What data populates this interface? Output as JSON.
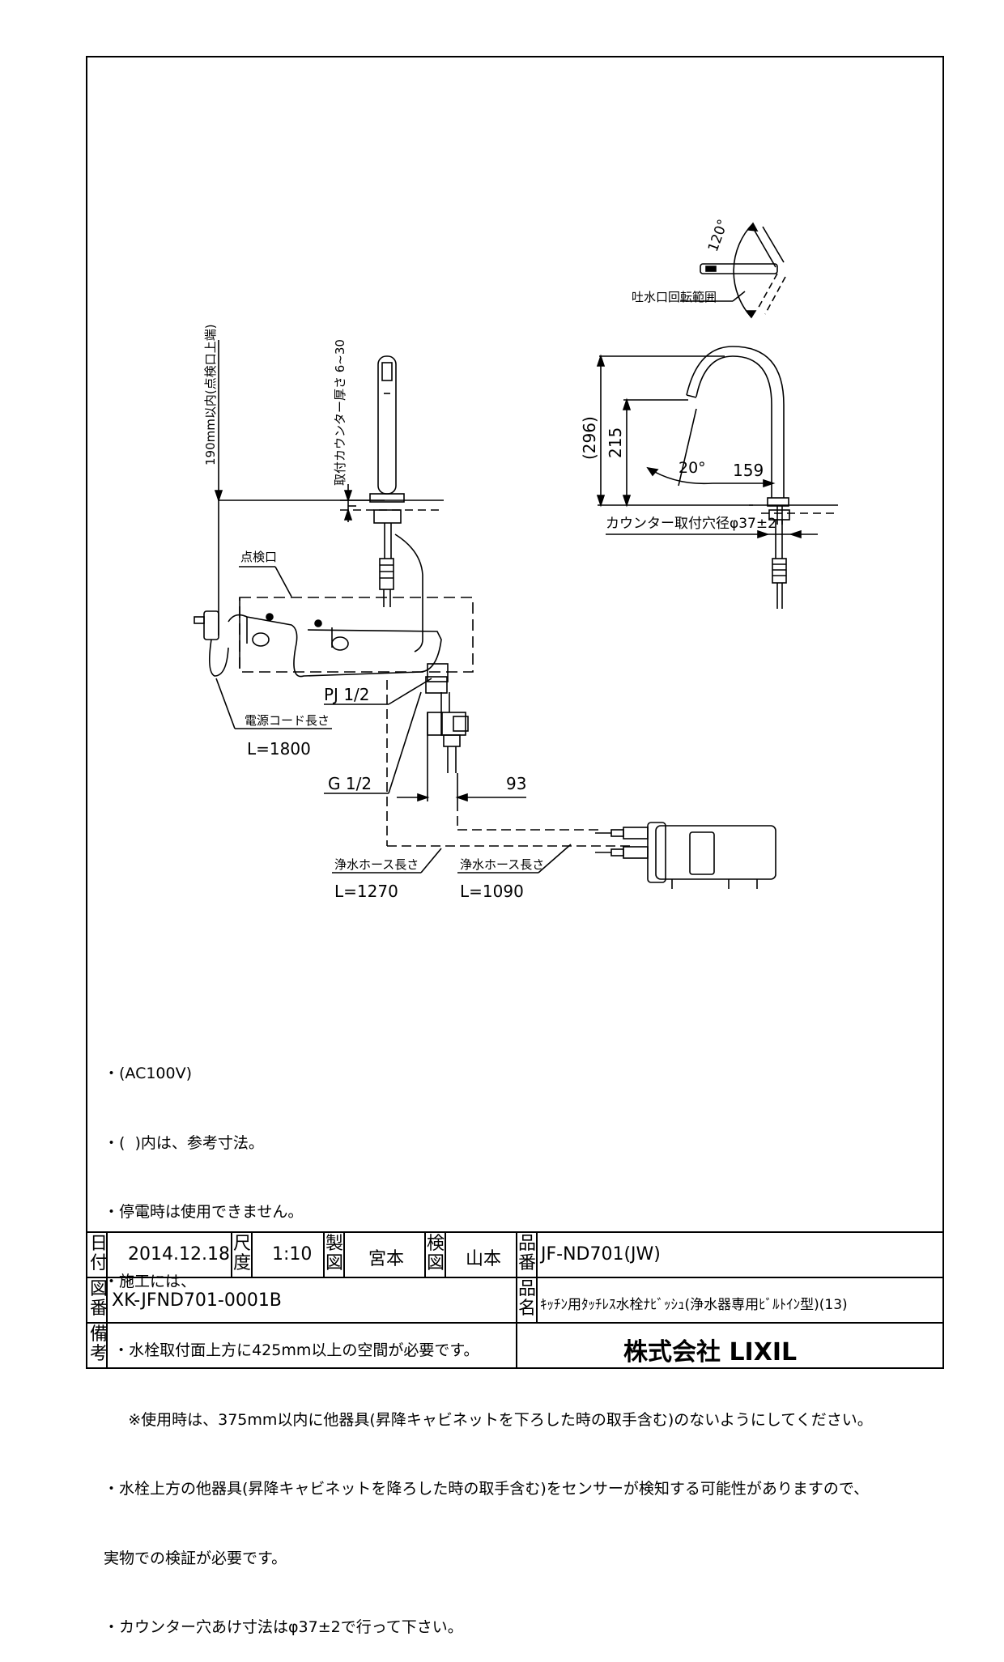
{
  "drawing": {
    "labels": {
      "rotation_angle": "120°",
      "spout_rotation": "吐水口回転範囲",
      "height_296": "(296)",
      "height_215": "215",
      "angle_20": "20°",
      "reach_159": "159",
      "counter_hole": "カウンター取付穴径φ37±2",
      "clearance_190": "190mm以内(点検口上端)",
      "counter_thickness": "取付カウンター厚さ 6~30",
      "inspection_port": "点検口",
      "pj": "PJ 1/2",
      "power_cord": "電源コード長さ",
      "power_cord_length": "L=1800",
      "g12": "G 1/2",
      "dim_93": "93",
      "hose1": "浄水ホース長さ",
      "hose1_length": "L=1270",
      "hose2": "浄水ホース長さ",
      "hose2_length": "L=1090"
    }
  },
  "notes": [
    "・(AC100V)",
    "・(  )内は、参考寸法。",
    "・停電時は使用できません。",
    "・施工には、",
    "  ・水栓取付面上方に425mm以上の空間が必要です。",
    "     ※使用時は、375mm以内に他器具(昇降キャビネットを下ろした時の取手含む)のないようにしてください。",
    "・水栓上方の他器具(昇降キャビネットを降ろした時の取手含む)をセンサーが検知する可能性がありますので、",
    "実物での検証が必要です。",
    "・カウンター穴あけ寸法はφ37±2で行って下さい。"
  ],
  "title_block": {
    "date_label": "日付",
    "date": "2014.12.18",
    "scale_label": "尺度",
    "scale": "1:10",
    "drawn_label": "製図",
    "drawn_by": "宮本",
    "checked_label": "検図",
    "checked_by": "山本",
    "part_no_label": "品番",
    "part_no": "JF-ND701(JW)",
    "drawing_no_label": "図番",
    "drawing_no": "XK-JFND701-0001B",
    "product_name_label": "品名",
    "product_name": "ｷｯﾁﾝ用ﾀｯﾁﾚｽ水栓ﾅﾋﾞｯｼｭ(浄水器専用ﾋﾞﾙﾄｲﾝ型)(13)",
    "remarks_label": "備考",
    "company": "株式会社 LIXIL"
  }
}
